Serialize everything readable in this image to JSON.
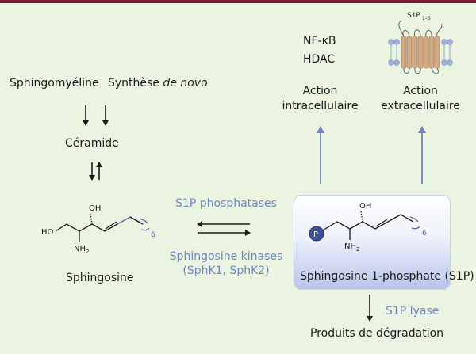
{
  "pathway": {
    "sphingomyeline": "Sphingomyéline",
    "synthese": "Synthèse",
    "de_novo": "de novo",
    "ceramide": "Céramide",
    "sphingosine": "Sphingosine",
    "s1p_phosphatases": "S1P phosphatases",
    "kinases_line1": "Sphingosine kinases",
    "kinases_line2": "(SphK1, SphK2)",
    "s1p": "Sphingosine 1-phosphate (S1P)",
    "s1p_lyase": "S1P lyase",
    "degradation": "Produits de dégradation",
    "nfkb": "NF-κB",
    "hdac": "HDAC",
    "action_intra_1": "Action",
    "action_intra_2": "intracellulaire",
    "action_extra_1": "Action",
    "action_extra_2": "extracellulaire",
    "receptor_label": "S1P",
    "receptor_sub": "1–5"
  },
  "molecule": {
    "oh": "OH",
    "ho": "HO",
    "nh": "NH",
    "nh_sub": "2",
    "chain_n": "6",
    "p": "P"
  },
  "colors": {
    "accent_blue": "#6e86c4",
    "background": "#ebf3e1",
    "top_bar": "#7a1f3c",
    "receptor_tan": "#d2aa84",
    "phospholipid_head": "#9fb0d8"
  }
}
